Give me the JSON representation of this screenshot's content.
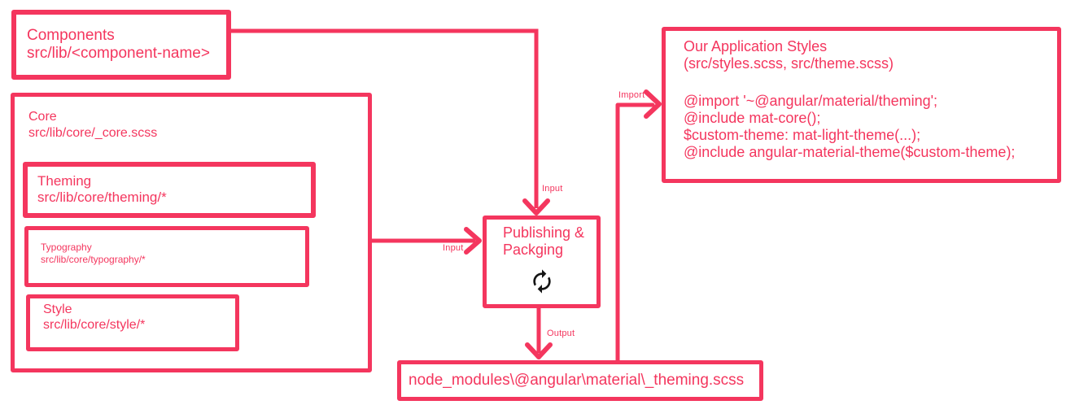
{
  "colors": {
    "accent": "#f4365e",
    "icon_black": "#151515",
    "background": "#ffffff"
  },
  "boxes": {
    "components": {
      "title": "Components",
      "path": "src/lib/<component-name>"
    },
    "core": {
      "title": "Core",
      "path": "src/lib/core/_core.scss"
    },
    "theming": {
      "title": "Theming",
      "path": "src/lib/core/theming/*"
    },
    "typography": {
      "title": "Typography",
      "path": "src/lib/core/typography/*"
    },
    "style": {
      "title": "Style",
      "path": "src/lib/core/style/*"
    },
    "publishing": {
      "title_line1": "Publishing &",
      "title_line2": "Packging",
      "icon": "sync-cycle-icon"
    },
    "app_styles": {
      "title": "Our Application Styles",
      "subtitle": "(src/styles.scss, src/theme.scss)",
      "code_lines": [
        "@import '~@angular/material/theming';",
        "@include mat-core();",
        "$custom-theme: mat-light-theme(...);",
        "@include angular-material-theme($custom-theme);"
      ]
    },
    "node_modules": {
      "label": "node_modules\\@angular\\material\\_theming.scss"
    }
  },
  "edges": {
    "components_to_publishing": {
      "label": "Input"
    },
    "core_to_publishing": {
      "label": "Input"
    },
    "publishing_to_node": {
      "label": "Output"
    },
    "node_to_app_styles": {
      "label": "Import"
    }
  }
}
